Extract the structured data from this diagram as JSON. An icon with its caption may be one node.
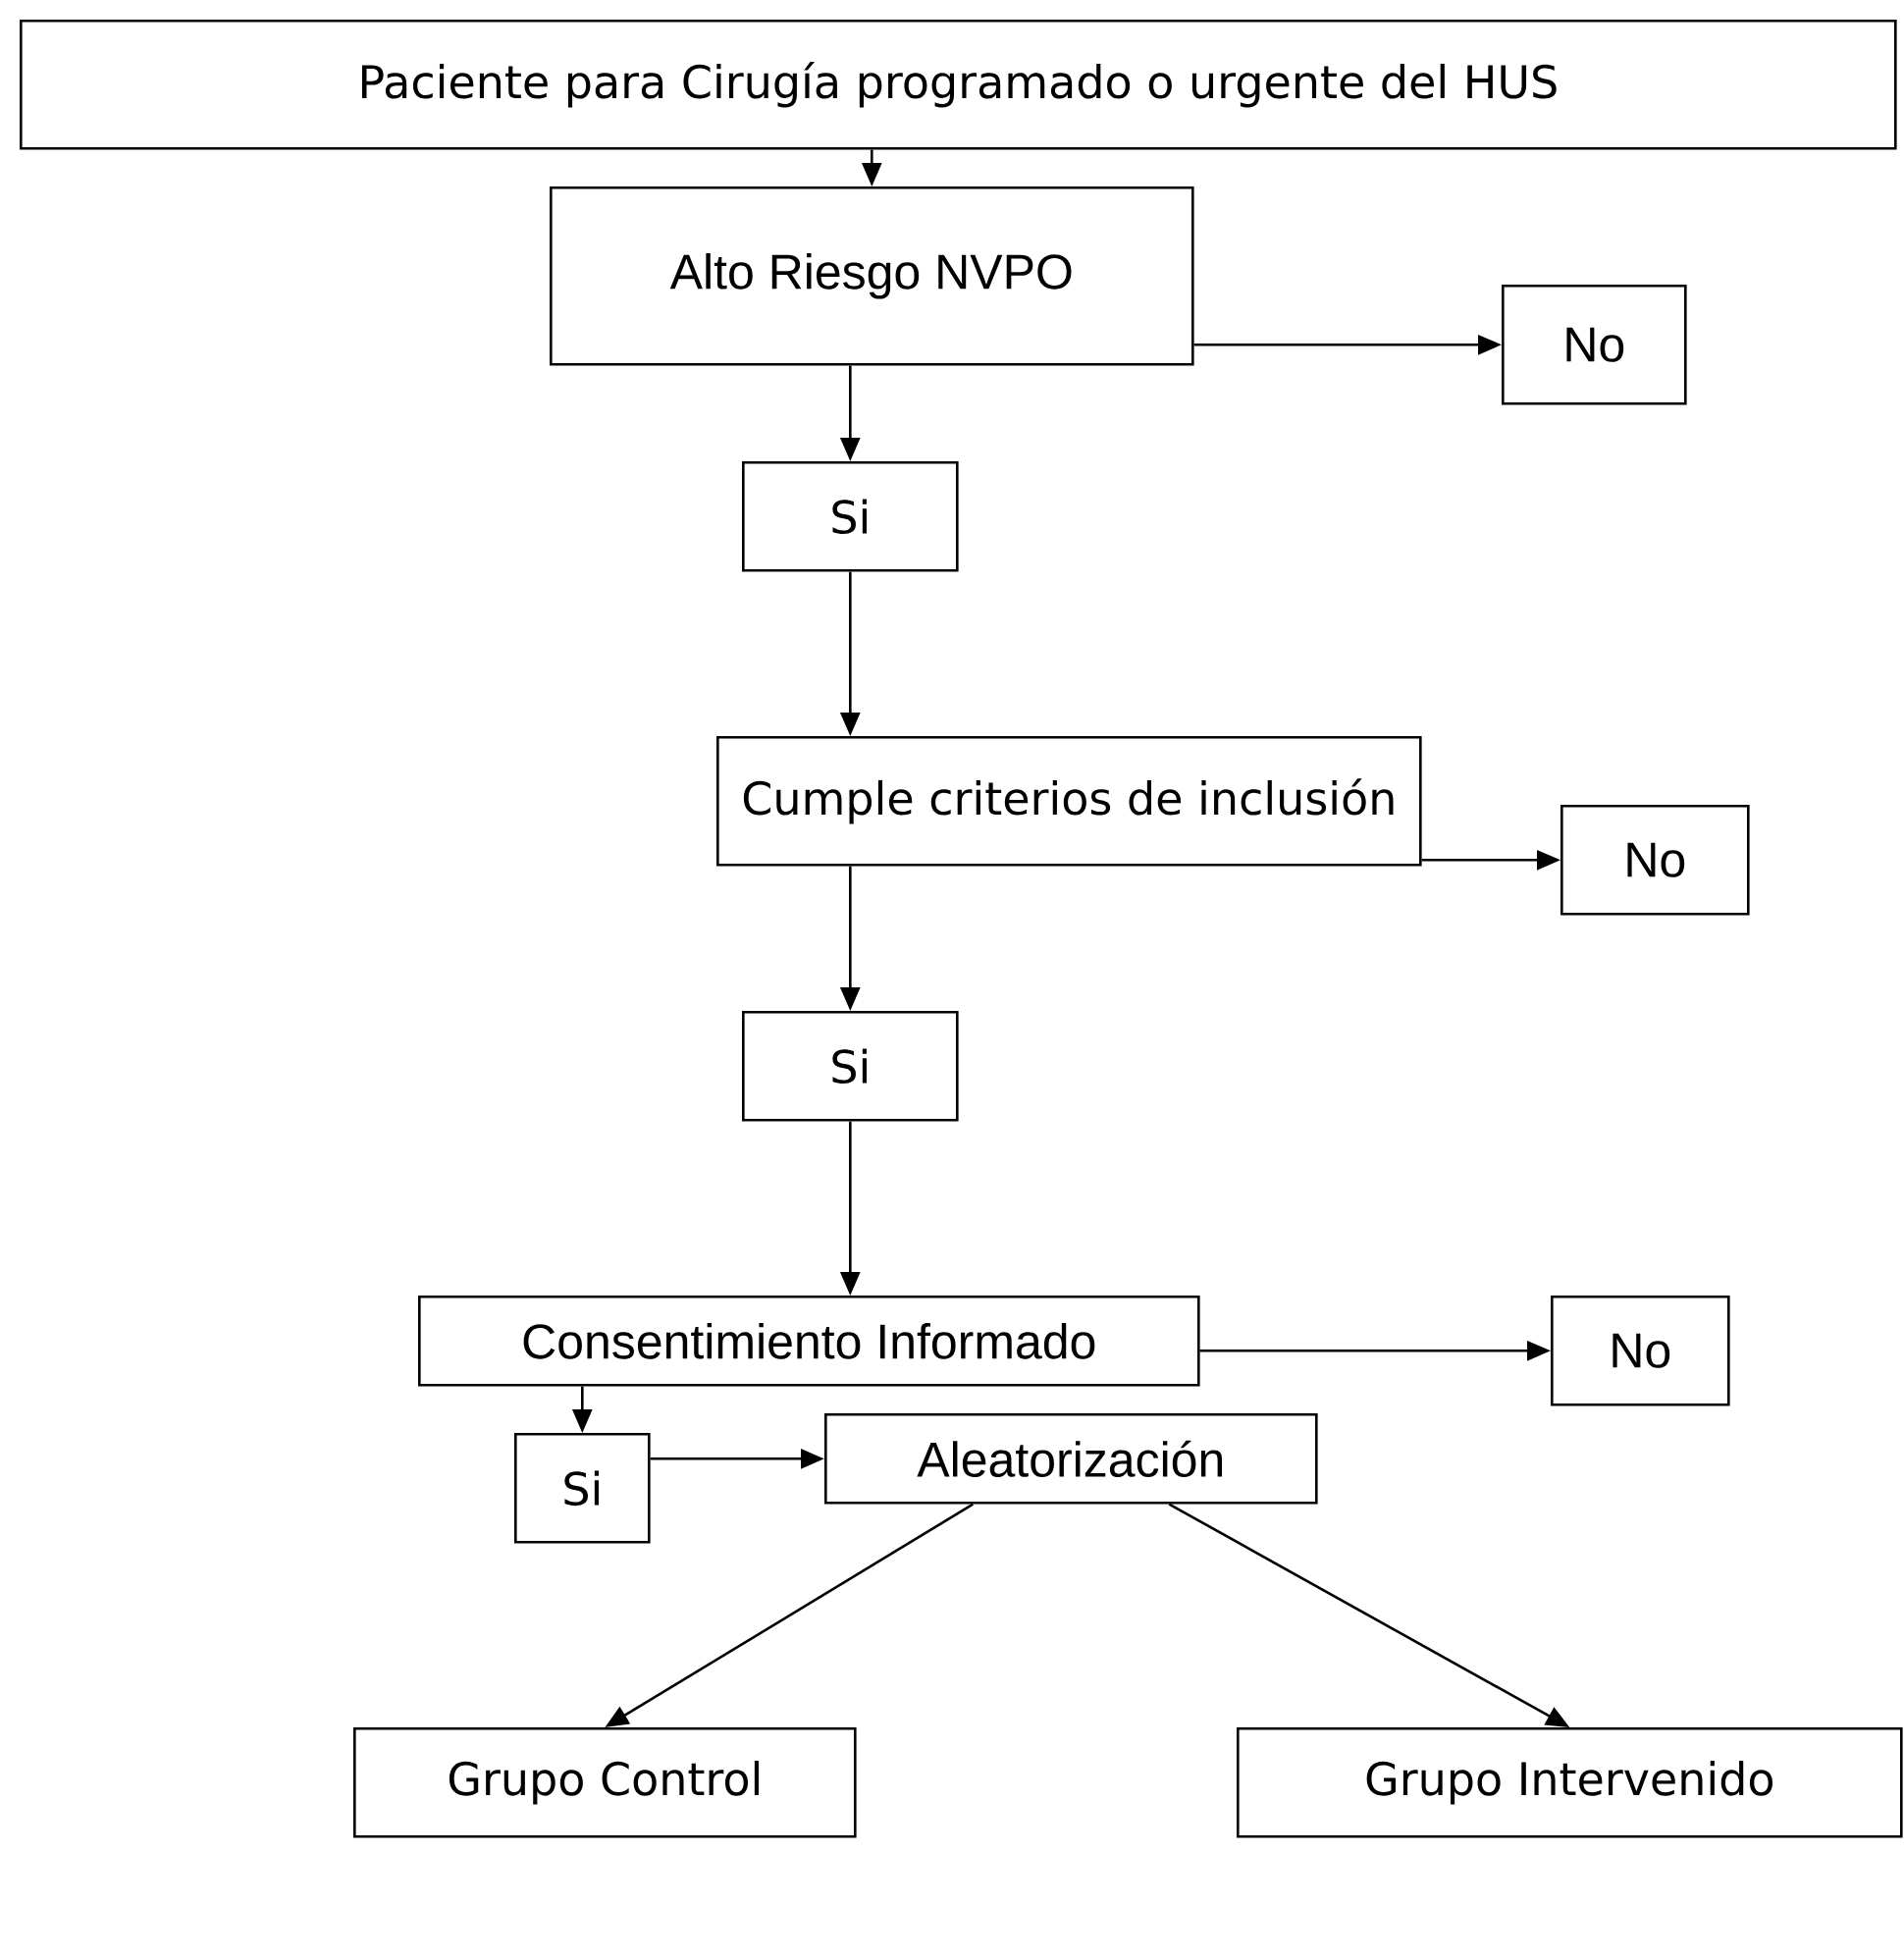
{
  "diagram": {
    "nodes": [
      {
        "text": [
          "Paciente para Cirugía programado o urgente del HUS"
        ]
      },
      {
        "text": [
          "Alto Riesgo NVPO"
        ]
      },
      {
        "text": [
          "No"
        ]
      },
      {
        "text": [
          "Si"
        ]
      },
      {
        "text": [
          "Cumple criterios de inclusión"
        ]
      },
      {
        "text": [
          "No"
        ]
      },
      {
        "text": [
          "Si"
        ]
      },
      {
        "text": [
          "Consentimiento Informado"
        ]
      },
      {
        "text": [
          "No"
        ]
      },
      {
        "text": [
          "Si"
        ]
      },
      {
        "text": [
          "Aleatorización"
        ]
      },
      {
        "text": [
          "Grupo Control"
        ]
      },
      {
        "text": [
          "Grupo Intervenido"
        ]
      }
    ],
    "edges": [
      {
        "from": 0,
        "to": 1,
        "arrow": "to"
      },
      {
        "from": 1,
        "to": 2,
        "arrow": "to"
      },
      {
        "from": 1,
        "to": 3,
        "arrow": "to"
      },
      {
        "from": 3,
        "to": 4,
        "arrow": "to"
      },
      {
        "from": 4,
        "to": 5,
        "arrow": "to"
      },
      {
        "from": 4,
        "to": 6,
        "arrow": "to"
      },
      {
        "from": 6,
        "to": 7,
        "arrow": "to"
      },
      {
        "from": 7,
        "to": 8,
        "arrow": "to"
      },
      {
        "from": 7,
        "to": 9,
        "arrow": "to"
      },
      {
        "from": 9,
        "to": 10,
        "arrow": "to"
      },
      {
        "from": 10,
        "to": 11,
        "arrow": "to"
      },
      {
        "from": 10,
        "to": 12,
        "arrow": "to"
      }
    ]
  }
}
